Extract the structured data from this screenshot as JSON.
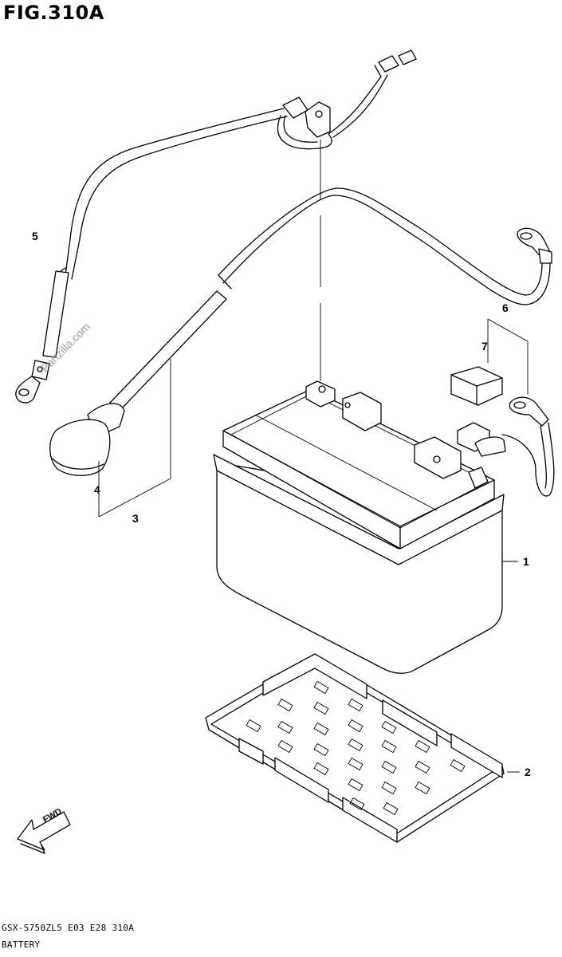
{
  "figure": {
    "title": "FIG.310A",
    "watermark": "Partzilla.com"
  },
  "callouts": [
    {
      "id": "1",
      "part": "battery"
    },
    {
      "id": "2",
      "part": "battery-tray"
    },
    {
      "id": "3",
      "part": "negative-cable-assembly"
    },
    {
      "id": "4",
      "part": "terminal-cover"
    },
    {
      "id": "5",
      "part": "starter-cable"
    },
    {
      "id": "6",
      "part": "positive-cable-assembly"
    },
    {
      "id": "7",
      "part": "cable-cap"
    }
  ],
  "direction_marker": "FWD",
  "footer": {
    "code": "GSX-S750ZL5  E03  E28  310A",
    "name": "BATTERY"
  }
}
